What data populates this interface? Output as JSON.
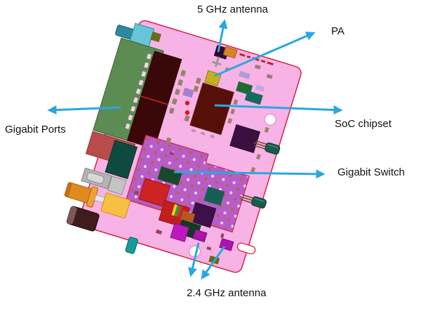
{
  "diagram": {
    "type": "annotated-pcb-diagram",
    "labels": {
      "antenna_5ghz": "5 GHz antenna",
      "pa": "PA",
      "gigabit_ports": "Gigabit Ports",
      "soc_chipset": "SoC chipset",
      "gigabit_switch": "Gigabit Switch",
      "antenna_2_4ghz": "2.4 GHz antenna"
    },
    "colors": {
      "arrow": "#29a8e0",
      "board": "#f8b3e6",
      "board_edge": "#d42040",
      "gigabit_ports_block": "#5d8c53",
      "soc_chip": "#551109",
      "gigabit_switch_chip": "#b75cc8",
      "pa_chip": "#c3b01f",
      "antenna_pad": "#ad13ad"
    }
  }
}
